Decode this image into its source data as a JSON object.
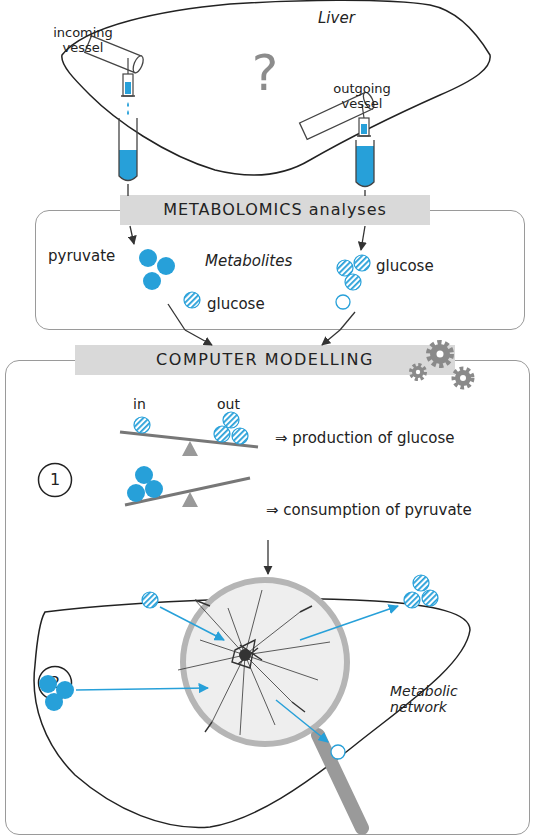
{
  "diagram": {
    "nodes": [
      {
        "text": [
          "Liver",
          "?"
        ]
      },
      {
        "text": [
          "METABOLOMICS analyses",
          "Metabolites"
        ]
      },
      {
        "text": [
          "COMPUTER MODELLING"
        ]
      },
      {
        "text": [
          "1"
        ],
        "in": 2
      },
      {
        "text": [
          "2"
        ],
        "in": 2
      },
      {
        "text": [
          "Metabolic network"
        ],
        "in": 2
      }
    ],
    "edges": [
      {
        "from": 1,
        "to": 2,
        "arrow": "to"
      },
      {
        "from": 1,
        "to": 2,
        "arrow": "to"
      }
    ],
    "labels": [
      "incoming vessel",
      "outgoing vessel",
      "pyruvate",
      "glucose",
      "glucose",
      "in",
      "out",
      "⇒ production of glucose",
      "⇒ consumption of pyruvate"
    ]
  }
}
